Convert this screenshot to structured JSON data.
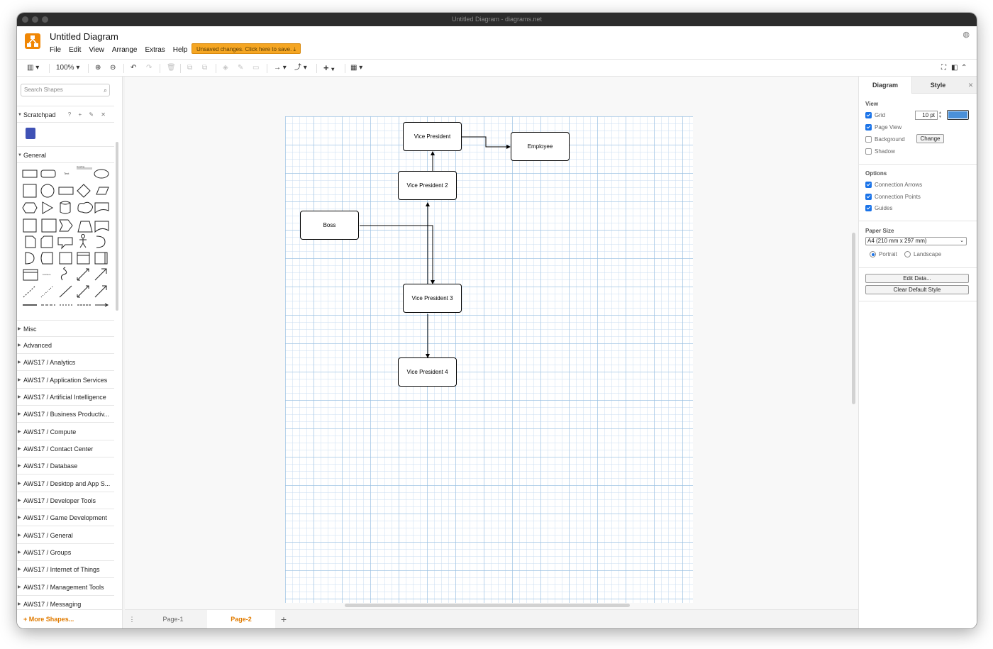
{
  "window": {
    "title": "Untitled Diagram - diagrams.net"
  },
  "header": {
    "doc_title": "Untitled Diagram",
    "menu": [
      "File",
      "Edit",
      "View",
      "Arrange",
      "Extras",
      "Help"
    ],
    "unsaved_notice": "Unsaved changes. Click here to save."
  },
  "toolbar": {
    "zoom": "100%"
  },
  "left_panel": {
    "search_placeholder": "Search Shapes",
    "scratchpad": {
      "label": "Scratchpad",
      "icons": "? + ✎ ✕"
    },
    "general": {
      "label": "General",
      "text_shape": "Text",
      "heading_shape": "Heading",
      "list_item": "List Item"
    },
    "sections": [
      "Misc",
      "Advanced",
      "AWS17 / Analytics",
      "AWS17 / Application Services",
      "AWS17 / Artificial Intelligence",
      "AWS17 / Business Productiv...",
      "AWS17 / Compute",
      "AWS17 / Contact Center",
      "AWS17 / Database",
      "AWS17 / Desktop and App S...",
      "AWS17 / Developer Tools",
      "AWS17 / Game Development",
      "AWS17 / General",
      "AWS17 / Groups",
      "AWS17 / Internet of Things",
      "AWS17 / Management Tools",
      "AWS17 / Messaging"
    ],
    "more_shapes": "More Shapes..."
  },
  "diagram": {
    "nodes": {
      "vp1": "Vice President",
      "employee": "Employee",
      "vp2": "Vice President 2",
      "boss": "Boss",
      "vp3": "Vice President 3",
      "vp4": "Vice President 4"
    }
  },
  "pages": {
    "tabs": [
      "Page-1",
      "Page-2"
    ],
    "active": "Page-2",
    "menu_icon": "⋮",
    "add_icon": "+"
  },
  "right_panel": {
    "tabs": {
      "diagram": "Diagram",
      "style": "Style",
      "close": "✕"
    },
    "view": {
      "label": "View",
      "grid": "Grid",
      "grid_size": "10 pt",
      "grid_color": "#4a90d9",
      "page_view": "Page View",
      "background": "Background",
      "change": "Change",
      "shadow": "Shadow"
    },
    "options": {
      "label": "Options",
      "connection_arrows": "Connection Arrows",
      "connection_points": "Connection Points",
      "guides": "Guides"
    },
    "paper_size": {
      "label": "Paper Size",
      "value": "A4 (210 mm x 297 mm)",
      "portrait": "Portrait",
      "landscape": "Landscape"
    },
    "edit_data": "Edit Data...",
    "clear_default_style": "Clear Default Style"
  }
}
